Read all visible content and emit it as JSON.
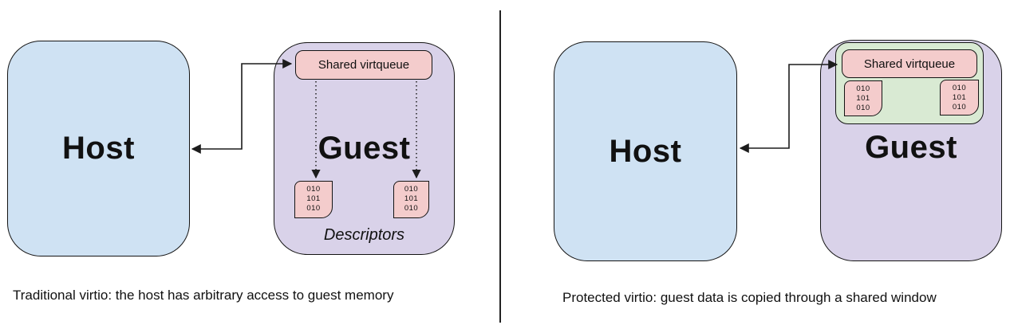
{
  "colors": {
    "host-fill": "#cfe2f3",
    "guest-fill": "#d9d2e9",
    "virtqueue-fill": "#f4cccc",
    "descriptor-fill": "#f4cccc",
    "window-fill": "#d9ead3",
    "border": "#141414",
    "line": "#1c1c1c"
  },
  "left_panel": {
    "host_label": "Host",
    "guest_label": "Guest",
    "virtqueue_label": "Shared virtqueue",
    "descriptors_label": "Descriptors",
    "descriptor_blocks": [
      {
        "lines": [
          "010",
          "101",
          "010"
        ]
      },
      {
        "lines": [
          "010",
          "101",
          "010"
        ]
      }
    ],
    "caption": "Traditional virtio: the host has arbitrary access to guest memory"
  },
  "right_panel": {
    "host_label": "Host",
    "guest_label": "Guest",
    "virtqueue_label": "Shared virtqueue",
    "descriptor_blocks": [
      {
        "lines": [
          "010",
          "101",
          "010"
        ]
      },
      {
        "lines": [
          "010",
          "101",
          "010"
        ]
      }
    ],
    "caption": "Protected virtio: guest data is copied through a shared window"
  }
}
